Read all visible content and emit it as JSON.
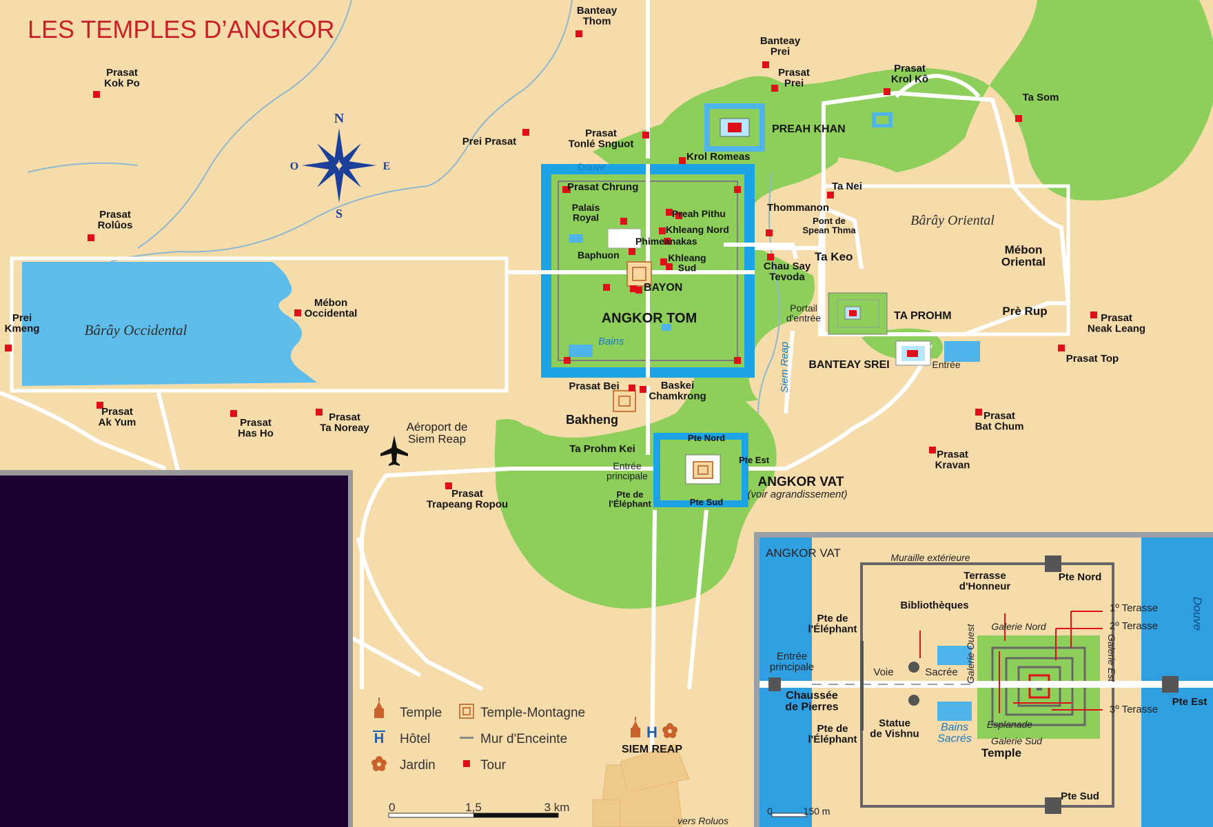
{
  "title": "LES TEMPLES D’ANGKOR",
  "compass": {
    "n": "N",
    "s": "S",
    "e": "E",
    "w": "O"
  },
  "places": {
    "banteay_thom": [
      "Banteay",
      "Thom"
    ],
    "kok_po": [
      "Prasat",
      "Kok Po"
    ],
    "banteay_prei": [
      "Banteay",
      "Prei"
    ],
    "prasat_prei": [
      "Prasat",
      "Prei"
    ],
    "krol_ko": [
      "Prasat",
      "Krol Kô"
    ],
    "ta_som": "Ta Som",
    "prei_prasat": "Prei Prasat",
    "tonle_snguot": [
      "Prasat",
      "Tonlé Snguot"
    ],
    "preah_khan": "PREAH KHAN",
    "krol_romeas": "Krol Romeas",
    "douve": "Douve",
    "ta_nei": "Ta Nei",
    "prasat_chrung": "Prasat Chrung",
    "palais_royal": [
      "Palais",
      "Royal"
    ],
    "preah_pithu": "Preah Pithu",
    "khleang_nord": "Khleang Nord",
    "phimeanakas": "Phimeanakas",
    "baphuon": "Baphuon",
    "khleang_sud": [
      "Khleang",
      "Sud"
    ],
    "bayon": "BAYON",
    "angkor_tom": "ANGKOR TOM",
    "bains": "Bains",
    "thommanon": "Thommanon",
    "spean_thma": [
      "Pont de",
      "Spean Thma"
    ],
    "ta_keo": "Ta Keo",
    "chau_say": [
      "Chau Say",
      "Tevoda"
    ],
    "baray_oriental": "Bârây Oriental",
    "mebon_oriental": [
      "Mébon",
      "Oriental"
    ],
    "portail": [
      "Portail",
      "d'entrée"
    ],
    "ta_prohm": "TA PROHM",
    "pre_rup": "Prè Rup",
    "neak_leang": [
      "Prasat",
      "Neak Leang"
    ],
    "siem_reap_river": "Siem Reap",
    "banteay_srei": "BANTEAY SREI",
    "entree": "Entrée",
    "prasat_top": "Prasat Top",
    "rolous": [
      "Prasat",
      "Rolûos"
    ],
    "baray_occidental": "Bârây Occidental",
    "mebon_occidental": [
      "Mébon",
      "Occidental"
    ],
    "prei_kmeng": [
      "Prei",
      "Kmeng"
    ],
    "prasat_bei": "Prasat Bei",
    "baskei": [
      "Baskei",
      "Chamkrong"
    ],
    "bakheng": "Bakheng",
    "ak_yum": [
      "Prasat",
      "Ak Yum"
    ],
    "has_ho": [
      "Prasat",
      "Has Ho"
    ],
    "ta_noreay": [
      "Prasat",
      "Ta Noreay"
    ],
    "aeroport": [
      "Aéroport de",
      "Siem Reap"
    ],
    "ta_prohm_kei": "Ta Prohm Kei",
    "bat_chum": [
      "Prasat",
      "Bat Chum"
    ],
    "pte_nord": "Pte Nord",
    "pte_est": "Pte Est",
    "pte_sud": "Pte Sud",
    "entree_principale": [
      "Entrée",
      "principale"
    ],
    "pte_elephant": [
      "Pte de",
      "l'Éléphant"
    ],
    "angkor_vat": "ANGKOR VAT",
    "voir_agrandissement": "(voir agrandissement)",
    "kravan": [
      "Prasat",
      "Kravan"
    ],
    "trapeang_ropou": [
      "Prasat",
      "Trapeang Ropou"
    ],
    "siem_reap_town": "SIEM REAP",
    "vers_roluos": "vers Roluos"
  },
  "legend": {
    "temple": "Temple",
    "temple_montagne": "Temple-Montagne",
    "hotel": "Hôtel",
    "mur": "Mur d'Enceinte",
    "jardin": "Jardin",
    "tour": "Tour",
    "hotel_glyph": "H"
  },
  "scale": {
    "zero": "0",
    "mid": "1,5",
    "end": "3 km"
  },
  "inset": {
    "title": "ANGKOR VAT",
    "muraille": "Muraille extérieure",
    "terrasse": [
      "Terrasse",
      "d'Honneur"
    ],
    "bibliotheques": "Bibliothèques",
    "pte_nord": "Pte Nord",
    "terasse1": "1º Terasse",
    "terasse2": "2º Terasse",
    "terasse3": "3º Terasse",
    "galerie_nord": "Galerie Nord",
    "galerie_ouest": "Galerie Ouest",
    "galerie_est": "Galerie Est",
    "galerie_sud": "Galerie Sud",
    "douve": "Douve",
    "pte_elephant": [
      "Pte de",
      "l'Éléphant"
    ],
    "entree_principale": [
      "Entrée",
      "principale"
    ],
    "voie": "Voie",
    "sacree": "Sacrée",
    "chaussee": [
      "Chaussée",
      "de Pierres"
    ],
    "statue": [
      "Statue",
      "de Vishnu"
    ],
    "bains": [
      "Bains",
      "Sacrés"
    ],
    "esplanade": "Esplanade",
    "temple": "Temple",
    "pte_est": "Pte Est",
    "pte_sud": "Pte Sud",
    "scale_zero": "0",
    "scale_len": "150 m"
  },
  "colors": {
    "land": "#f6dcaa",
    "forest": "#8dcf5a",
    "water": "#4fb4ea",
    "moat": "#22a8e8",
    "road": "#ffffff",
    "marker": "#e0101a",
    "title": "#c8202a",
    "compass": "#1c3f9a",
    "inset_water": "#2f9fe2",
    "dark_panel": "#1b0230"
  }
}
